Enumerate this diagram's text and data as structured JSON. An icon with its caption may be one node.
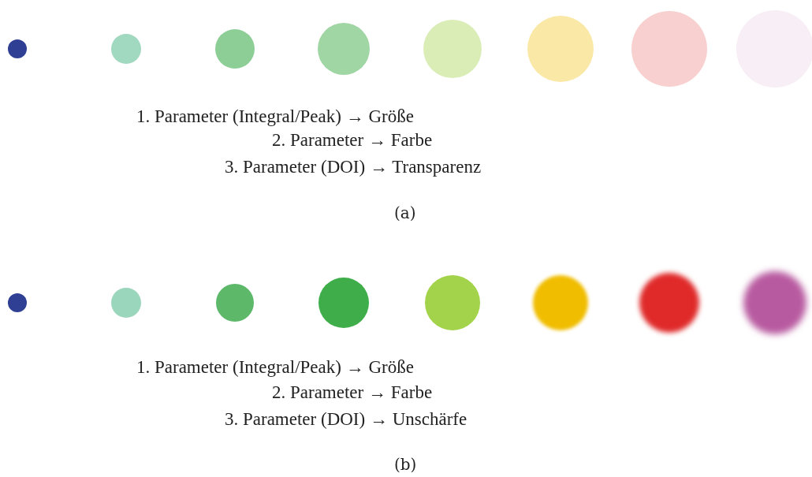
{
  "diagram": {
    "labels": [
      "1. Parameter (Integral/Peak) → Größe",
      "2. Parameter → Farbe",
      "3. Parameter (DOI) → Transparenz",
      "(a)",
      "1. Parameter (Integral/Peak) → Größe",
      "2. Parameter → Farbe",
      "3. Parameter (DOI) → Unschärfe",
      "(b)"
    ]
  }
}
